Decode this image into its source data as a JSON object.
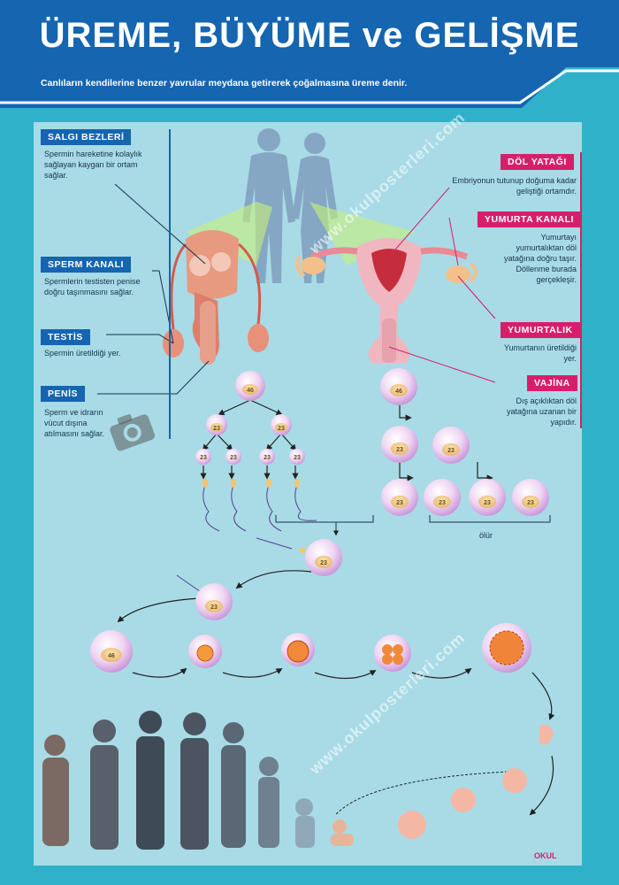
{
  "header": {
    "title": "ÜREME, BÜYÜME ve GELİŞME",
    "subtitle": "Canlıların kendilerine benzer yavrular meydana getirerek çoğalmasına üreme denir."
  },
  "labels": {
    "salgi": {
      "title": "SALGI BEZLERİ",
      "desc": "Spermin hareketine kolaylık sağlayan kaygan bir ortam sağlar."
    },
    "sperm_kanali": {
      "title": "SPERM KANALI",
      "desc": "Spermlerin testisten penise doğru taşınmasını sağlar."
    },
    "testis": {
      "title": "TESTİS",
      "desc": "Spermin üretildiği yer."
    },
    "penis": {
      "title": "PENİS",
      "desc": "Sperm ve idrarın vücut dışına atılmasını sağlar."
    },
    "dol_yatagi": {
      "title": "DÖL YATAĞI",
      "desc": "Embriyonun tutunup doğuma kadar geliştiği ortamdır."
    },
    "yumurta_kanali": {
      "title": "YUMURTA KANALI",
      "desc": "Yumurtayı yumurtalıktan döl yatağına doğru taşır. Döllenme burada gerçekleşir."
    },
    "yumurtalik": {
      "title": "YUMURTALIK",
      "desc": "Yumurtanın üretildiği yer."
    },
    "vajina": {
      "title": "VAJİNA",
      "desc": "Dış açıklıktan döl yatağına uzanan bir yapıdır."
    }
  },
  "cells": {
    "n46": "46",
    "n23": "23"
  },
  "olur": "ölür",
  "watermark": "www.okulposterleri.com",
  "logo": "OKUL",
  "colors": {
    "header": "#1565b0",
    "pink": "#d61f6a",
    "panel": "#a8dbe6",
    "frame": "#2fb2c9"
  }
}
